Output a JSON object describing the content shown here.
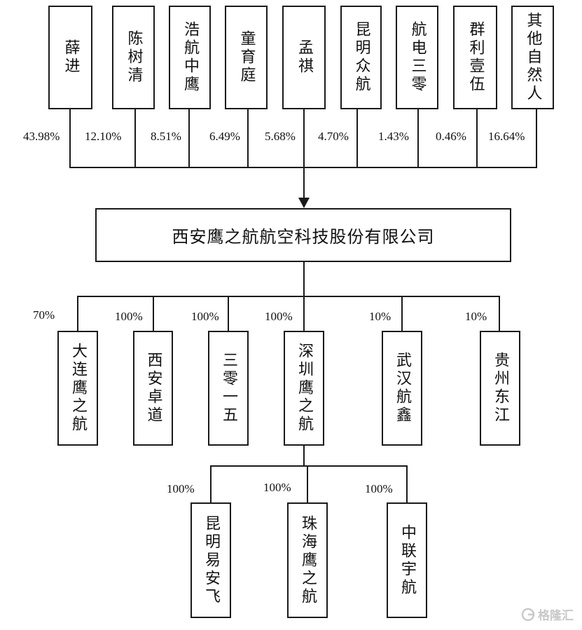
{
  "shareholders": [
    {
      "name": "薛进",
      "pct": "43.98%"
    },
    {
      "name": "陈树清",
      "pct": "12.10%"
    },
    {
      "name": "浩航中鹰",
      "pct": "8.51%"
    },
    {
      "name": "童育庭",
      "pct": "6.49%"
    },
    {
      "name": "孟祺",
      "pct": "5.68%"
    },
    {
      "name": "昆明众航",
      "pct": "4.70%"
    },
    {
      "name": "航电三零",
      "pct": "1.43%"
    },
    {
      "name": "群利壹伍",
      "pct": "0.46%"
    },
    {
      "name": "其他自然人",
      "pct": "16.64%"
    }
  ],
  "company": {
    "name": "西安鹰之航航空科技股份有限公司"
  },
  "subsidiaries": [
    {
      "name": "大连鹰之航",
      "pct": "70%"
    },
    {
      "name": "西安卓道",
      "pct": "100%"
    },
    {
      "name": "三零一五",
      "pct": "100%"
    },
    {
      "name": "深圳鹰之航",
      "pct": "100%"
    },
    {
      "name": "武汉航鑫",
      "pct": "10%"
    },
    {
      "name": "贵州东江",
      "pct": "10%"
    }
  ],
  "sub_subsidiaries": [
    {
      "name": "昆明易安飞",
      "pct": "100%"
    },
    {
      "name": "珠海鹰之航",
      "pct": "100%"
    },
    {
      "name": "中联宇航",
      "pct": "100%"
    }
  ],
  "watermark": {
    "text": "格隆汇",
    "icon": "watermark-logo-icon"
  }
}
